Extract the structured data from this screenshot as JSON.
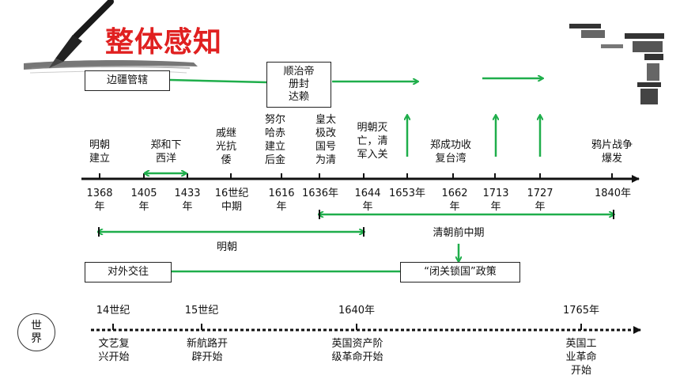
{
  "title": "整体感知",
  "events_top": [
    {
      "id": "ming-founded",
      "lines": [
        "明朝",
        "建立"
      ]
    },
    {
      "id": "zhenghe",
      "lines": [
        "郑和下",
        "西洋"
      ]
    },
    {
      "id": "qijiguang",
      "lines": [
        "戚继",
        "光抗",
        "倭"
      ]
    },
    {
      "id": "nurhaci",
      "lines": [
        "努尔",
        "哈赤",
        "建立",
        "后金"
      ]
    },
    {
      "id": "huangtaiji",
      "lines": [
        "皇太",
        "极改",
        "国号",
        "为清"
      ]
    },
    {
      "id": "ming-fall",
      "lines": [
        "明朝灭",
        "亡，清",
        "军入关"
      ]
    },
    {
      "id": "zhengchenggong",
      "lines": [
        "郑成功收",
        "复台湾"
      ]
    },
    {
      "id": "opium-war",
      "lines": [
        "鸦片战争",
        "爆发"
      ]
    }
  ],
  "years": [
    {
      "id": "y1368",
      "lines": [
        "1368",
        "年"
      ]
    },
    {
      "id": "y1405",
      "lines": [
        "1405",
        "年"
      ]
    },
    {
      "id": "y1433",
      "lines": [
        "1433",
        "年"
      ]
    },
    {
      "id": "y16c",
      "lines": [
        "16世纪",
        "中期"
      ]
    },
    {
      "id": "y1616",
      "lines": [
        "1616",
        "年"
      ]
    },
    {
      "id": "y1636",
      "lines": [
        "1636年"
      ]
    },
    {
      "id": "y1644",
      "lines": [
        "1644",
        "年"
      ]
    },
    {
      "id": "y1653",
      "lines": [
        "1653年"
      ]
    },
    {
      "id": "y1662",
      "lines": [
        "1662",
        "年"
      ]
    },
    {
      "id": "y1713",
      "lines": [
        "1713",
        "年"
      ]
    },
    {
      "id": "y1727",
      "lines": [
        "1727",
        "年"
      ]
    },
    {
      "id": "y1840",
      "lines": [
        "1840年"
      ]
    }
  ],
  "boxes": {
    "border": "边疆管辖",
    "shunzhi": [
      "顺治帝",
      "册封",
      "达赖"
    ],
    "foreign": "对外交往",
    "closed": "“闭关锁国”政策"
  },
  "periods": {
    "ming": "明朝",
    "qing": "清朝前中期"
  },
  "world": {
    "label": [
      "世",
      "界"
    ],
    "events": [
      {
        "id": "w14",
        "year": "14世纪",
        "lines": [
          "文艺复",
          "兴开始"
        ]
      },
      {
        "id": "w15",
        "year": "15世纪",
        "lines": [
          "新航路开",
          "辟开始"
        ]
      },
      {
        "id": "w1640",
        "year": "1640年",
        "lines": [
          "英国资产阶",
          "级革命开始"
        ]
      },
      {
        "id": "w1765",
        "year": "1765年",
        "lines": [
          "英国工",
          "业革命",
          "开始"
        ]
      }
    ]
  },
  "colors": {
    "title": "#e02020",
    "arrow": "#1fae4b",
    "axis": "#111111"
  }
}
